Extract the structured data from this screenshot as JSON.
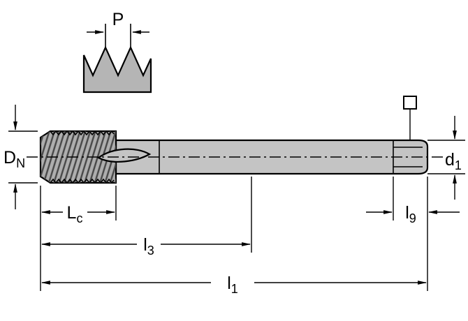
{
  "diagram": {
    "title": "Tap dimension drawing",
    "labels": {
      "pitch": {
        "main": "P",
        "sub": ""
      },
      "nominal_diameter": {
        "main": "D",
        "sub": "N"
      },
      "shank_diameter": {
        "main": "d",
        "sub": "1"
      },
      "chamfer_length": {
        "main": "L",
        "sub": "c"
      },
      "intermediate_lengthня": {
        "main": "",
        "sub": ""
      },
      "intermediate_length": {
        "main": "l",
        "sub": "3"
      },
      "square_length": {
        "main": "l",
        "sub": "9"
      },
      "overall_length": {
        "main": "l",
        "sub": "1"
      }
    },
    "colors": {
      "thread_fill": "#aeaeae",
      "shank_fill": "#c4c4c4",
      "detail_fill": "#b5b5b5",
      "line": "#000000",
      "background": "#ffffff"
    }
  }
}
